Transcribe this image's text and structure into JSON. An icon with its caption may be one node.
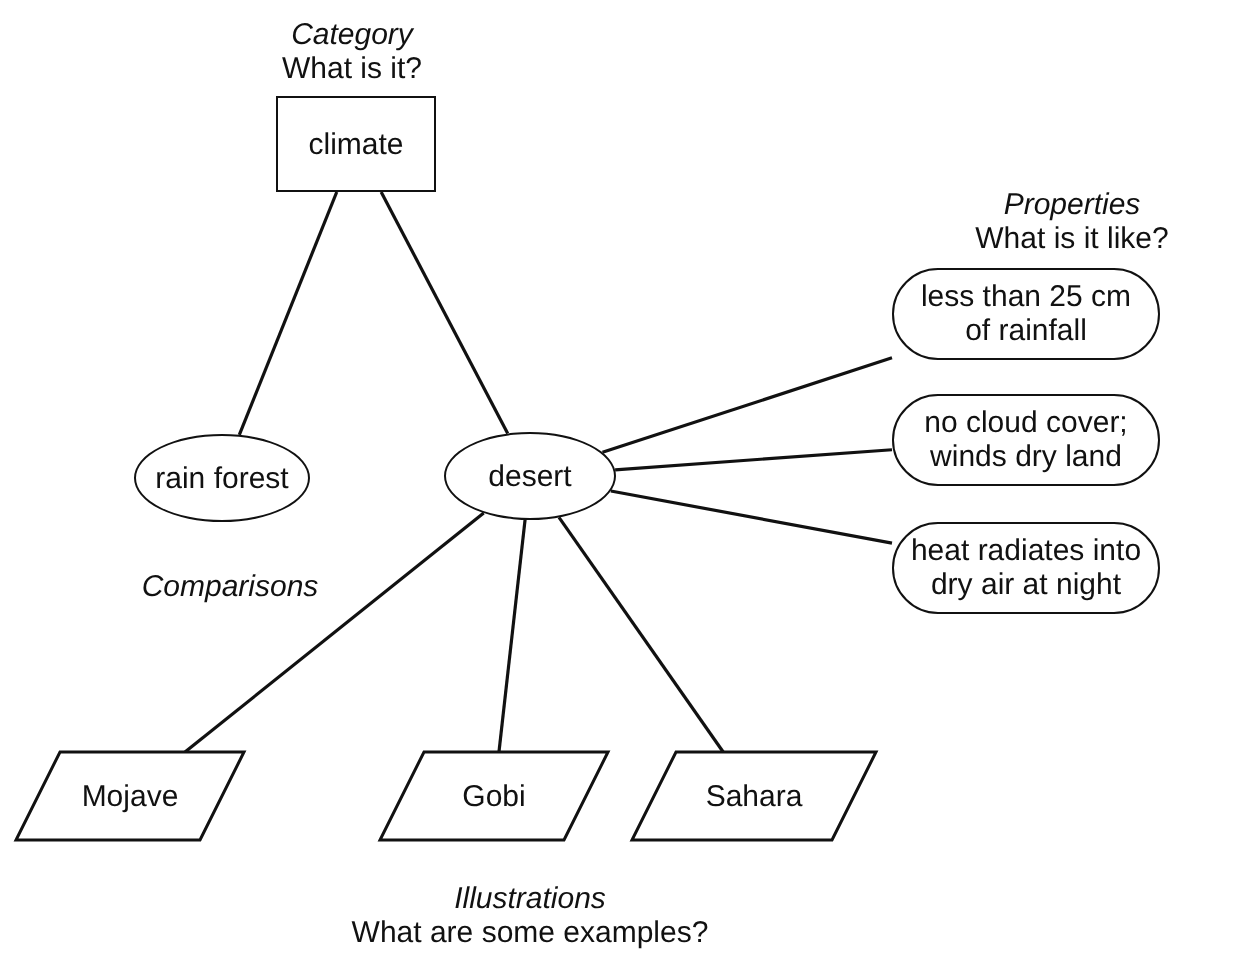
{
  "diagram": {
    "nodes": [
      {
        "text": [
          "climate"
        ]
      },
      {
        "text": [
          "rain forest"
        ]
      },
      {
        "text": [
          "desert"
        ]
      },
      {
        "text": [
          "less than 25 cm of rainfall"
        ]
      },
      {
        "text": [
          "no cloud cover; winds dry land"
        ]
      },
      {
        "text": [
          "heat radiates into dry air at night"
        ]
      },
      {
        "text": [
          "Mojave"
        ]
      },
      {
        "text": [
          "Gobi"
        ]
      },
      {
        "text": [
          "Sahara"
        ]
      }
    ],
    "edges": [
      {
        "from": 0,
        "to": 1,
        "arrow": "none"
      },
      {
        "from": 0,
        "to": 2,
        "arrow": "none"
      },
      {
        "from": 2,
        "to": 3,
        "arrow": "none"
      },
      {
        "from": 2,
        "to": 4,
        "arrow": "none"
      },
      {
        "from": 2,
        "to": 5,
        "arrow": "none"
      },
      {
        "from": 2,
        "to": 6,
        "arrow": "none"
      },
      {
        "from": 2,
        "to": 7,
        "arrow": "none"
      },
      {
        "from": 2,
        "to": 8,
        "arrow": "none"
      }
    ],
    "labels": [
      "Category",
      "What is it?",
      "Properties",
      "What is it like?",
      "Comparisons",
      "Illustrations",
      "What are some examples?"
    ]
  }
}
